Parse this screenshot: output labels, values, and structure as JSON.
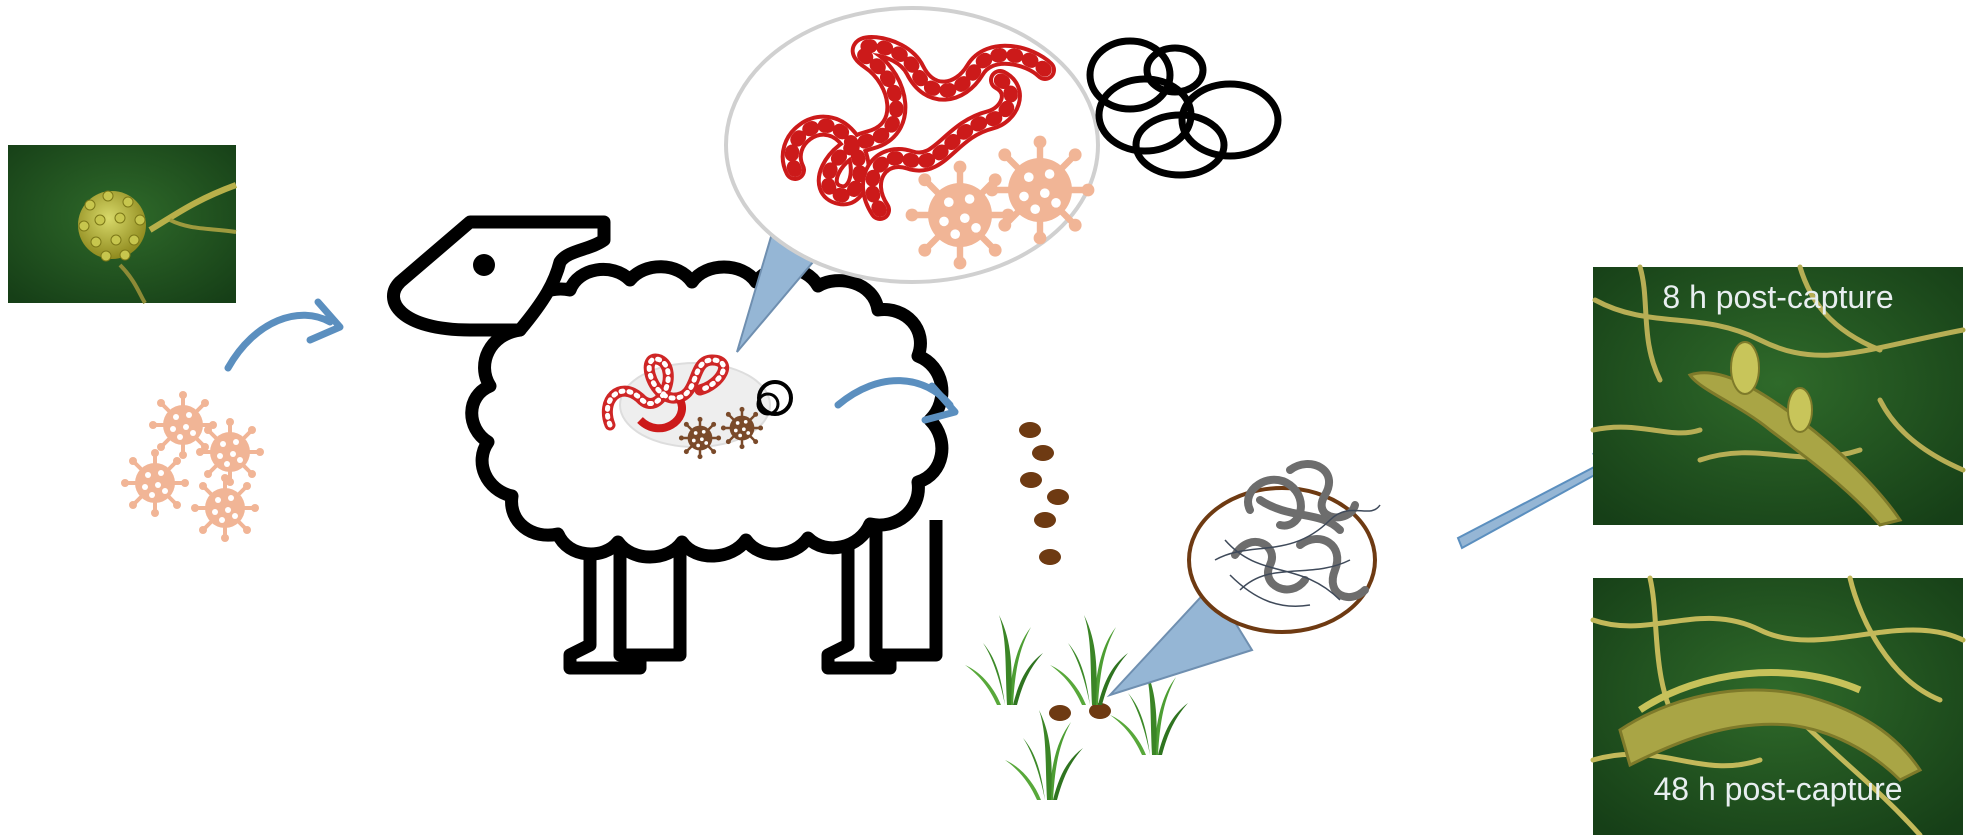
{
  "panels": {
    "top_caption": "8 h post-capture",
    "bottom_caption": "48 h post-capture"
  },
  "icons": {
    "left_micrograph": "fungal-spore-micrograph",
    "spores": "spore-cluster-icon",
    "sheep": "sheep-icon",
    "gut_contents": "parasite-and-spore-icon",
    "magnified_bubble": "magnified-gut-contents-icon",
    "feces": "fecal-pellets-icon",
    "grass": "grass-tuft-icon",
    "nematode_disc": "trapped-nematodes-icon",
    "arrow": "flow-arrow-icon",
    "callout": "callout-pointer-icon"
  },
  "colors": {
    "worm_red": "#cc1a1a",
    "spore_peach": "#f1b596",
    "spore_brown": "#7a4a2a",
    "arrow_blue": "#5b8fbf",
    "callout_blue": "#95b6d5",
    "feces_brown": "#6e3a12",
    "grass_green": "#3f8a2a",
    "micro_green": "#1f4a1c",
    "hypha_yellow": "#c9c25a",
    "outline_black": "#000000"
  }
}
